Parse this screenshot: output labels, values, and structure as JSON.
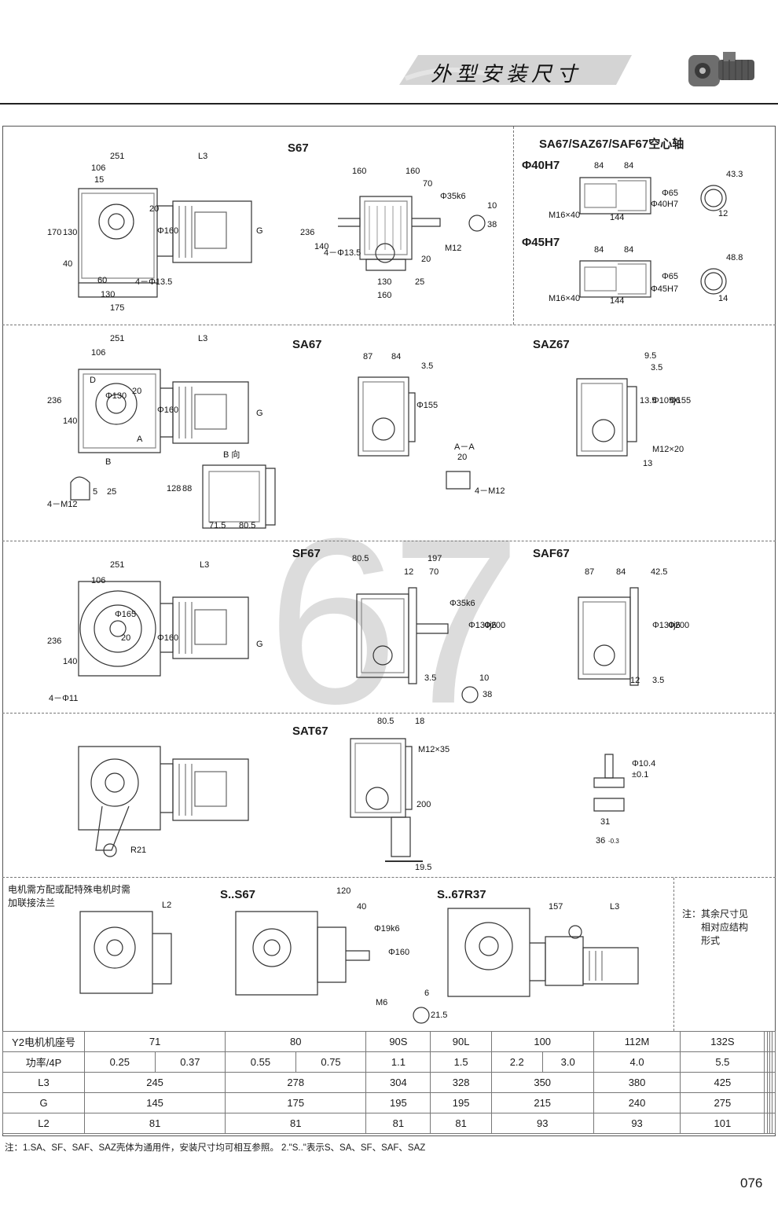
{
  "header": {
    "title": "外型安装尺寸"
  },
  "sections": {
    "s67": {
      "title": "S67"
    },
    "hollow": {
      "title": "SA67/SAZ67/SAF67空心轴",
      "d40": "Φ40H7",
      "d45": "Φ45H7"
    },
    "sa67": {
      "title": "SA67"
    },
    "saz67": {
      "title": "SAZ67"
    },
    "sf67": {
      "title": "SF67"
    },
    "saf67": {
      "title": "SAF67"
    },
    "sat67": {
      "title": "SAT67"
    },
    "ss67": {
      "title": "S..S67"
    },
    "s67r37": {
      "title": "S..67R37"
    }
  },
  "dims": {
    "s67_main": [
      "251",
      "L3",
      "106",
      "15",
      "20",
      "170",
      "130",
      "40",
      "Φ160",
      "4－Φ13.5",
      "60",
      "130",
      "175",
      "G"
    ],
    "s67_side": [
      "160",
      "160",
      "70",
      "Φ35k6",
      "10",
      "38",
      "236",
      "140",
      "4－Φ13.5",
      "M12",
      "20",
      "130",
      "25",
      "160"
    ],
    "hollow40": [
      "84",
      "84",
      "Φ65",
      "Φ40H7",
      "43.3",
      "M16×40",
      "144",
      "12"
    ],
    "hollow45": [
      "84",
      "84",
      "Φ65",
      "Φ45H7",
      "48.8",
      "M16×40",
      "144",
      "14"
    ],
    "sa67_main": [
      "251",
      "L3",
      "106",
      "D",
      "Φ130",
      "20",
      "236",
      "140",
      "Φ160",
      "A",
      "B",
      "G",
      "B 向"
    ],
    "sa67_bview": [
      "128",
      "88",
      "71.5",
      "80.5",
      "4－M12",
      "5",
      "25"
    ],
    "sa67_side": [
      "87",
      "84",
      "3.5",
      "Φ155",
      "A－A",
      "20",
      "4－M12"
    ],
    "saz67": [
      "9.5",
      "3.5",
      "13.5",
      "Φ105j6",
      "Φ155",
      "M12×20",
      "13"
    ],
    "sf67_main": [
      "251",
      "L3",
      "106",
      "Φ165",
      "20",
      "236",
      "140",
      "Φ160",
      "G",
      "4－Φ11"
    ],
    "sf67_side": [
      "80.5",
      "197",
      "12",
      "70",
      "Φ35k6",
      "Φ130j6",
      "Φ200",
      "3.5",
      "10",
      "38"
    ],
    "saf67": [
      "87",
      "84",
      "42.5",
      "Φ130j6",
      "Φ200",
      "12",
      "3.5"
    ],
    "sat67": [
      "80.5",
      "18",
      "M12×35",
      "200",
      "19.5",
      "R21",
      "Φ10.4",
      "±0.1",
      "31",
      "36",
      "-0.3"
    ],
    "ss67": [
      "L2",
      "120",
      "40",
      "Φ19k6",
      "Φ160",
      "M6",
      "6",
      "21.5"
    ],
    "s67r37": [
      "157",
      "L3"
    ]
  },
  "notes": {
    "motor_flange": "电机需方配或配特殊电机时需\n加联接法兰",
    "other_dims": "注：其余尺寸见\n　　相对应结构\n　　形式"
  },
  "big_number": "67",
  "table": {
    "rows": [
      {
        "head": "Y2电机机座号",
        "cells": [
          {
            "v": "71",
            "span": 2
          },
          {
            "v": "80",
            "span": 2
          },
          {
            "v": "90S",
            "span": 1
          },
          {
            "v": "90L",
            "span": 1
          },
          {
            "v": "100",
            "span": 2
          },
          {
            "v": "112M",
            "span": 1
          },
          {
            "v": "132S",
            "span": 1
          },
          {
            "v": "",
            "span": 1
          },
          {
            "v": "",
            "span": 1
          },
          {
            "v": "",
            "span": 1
          },
          {
            "v": "",
            "span": 1
          }
        ]
      },
      {
        "head": "功率/4P",
        "cells": [
          {
            "v": "0.25",
            "span": 1
          },
          {
            "v": "0.37",
            "span": 1
          },
          {
            "v": "0.55",
            "span": 1
          },
          {
            "v": "0.75",
            "span": 1
          },
          {
            "v": "1.1",
            "span": 1
          },
          {
            "v": "1.5",
            "span": 1
          },
          {
            "v": "2.2",
            "span": 1
          },
          {
            "v": "3.0",
            "span": 1
          },
          {
            "v": "4.0",
            "span": 1
          },
          {
            "v": "5.5",
            "span": 1
          },
          {
            "v": "",
            "span": 1
          },
          {
            "v": "",
            "span": 1
          },
          {
            "v": "",
            "span": 1
          },
          {
            "v": "",
            "span": 1
          }
        ]
      },
      {
        "head": "L3",
        "cells": [
          {
            "v": "245",
            "span": 2
          },
          {
            "v": "278",
            "span": 2
          },
          {
            "v": "304",
            "span": 1
          },
          {
            "v": "328",
            "span": 1
          },
          {
            "v": "350",
            "span": 2
          },
          {
            "v": "380",
            "span": 1
          },
          {
            "v": "425",
            "span": 1
          },
          {
            "v": "",
            "span": 1
          },
          {
            "v": "",
            "span": 1
          },
          {
            "v": "",
            "span": 1
          },
          {
            "v": "",
            "span": 1
          }
        ]
      },
      {
        "head": "G",
        "cells": [
          {
            "v": "145",
            "span": 2
          },
          {
            "v": "175",
            "span": 2
          },
          {
            "v": "195",
            "span": 1
          },
          {
            "v": "195",
            "span": 1
          },
          {
            "v": "215",
            "span": 2
          },
          {
            "v": "240",
            "span": 1
          },
          {
            "v": "275",
            "span": 1
          },
          {
            "v": "",
            "span": 1
          },
          {
            "v": "",
            "span": 1
          },
          {
            "v": "",
            "span": 1
          },
          {
            "v": "",
            "span": 1
          }
        ]
      },
      {
        "head": "L2",
        "cells": [
          {
            "v": "81",
            "span": 2
          },
          {
            "v": "81",
            "span": 2
          },
          {
            "v": "81",
            "span": 1
          },
          {
            "v": "81",
            "span": 1
          },
          {
            "v": "93",
            "span": 2
          },
          {
            "v": "93",
            "span": 1
          },
          {
            "v": "101",
            "span": 1
          },
          {
            "v": "",
            "span": 1
          },
          {
            "v": "",
            "span": 1
          },
          {
            "v": "",
            "span": 1
          },
          {
            "v": "",
            "span": 1
          }
        ]
      }
    ]
  },
  "footnote": "注：1.SA、SF、SAF、SAZ壳体为通用件，安装尺寸均可相互参照。 2.\"S..\"表示S、SA、SF、SAF、SAZ",
  "page_number": "076"
}
